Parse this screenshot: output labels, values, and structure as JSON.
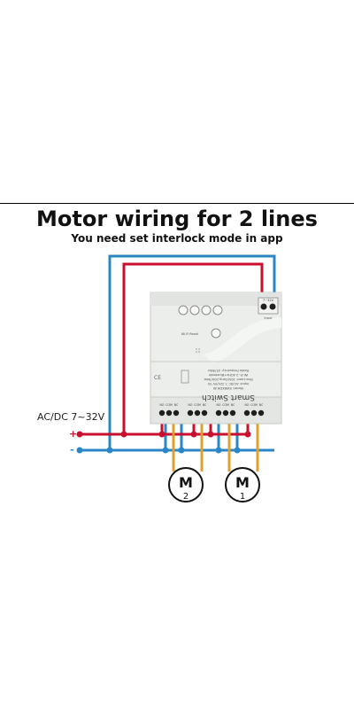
{
  "header": {
    "title": "Motor wiring for 2 lines",
    "subtitle": "You need set interlock mode in  app"
  },
  "power": {
    "label": "AC/DC 7~32V",
    "plus": "+",
    "minus": "-"
  },
  "device": {
    "name": "Smart Switch",
    "model_line": "Model: SWBKDH-BI",
    "input_line": "Input: AC/DC 7-32V/5V 5V",
    "load_line": "Max.Load: 10A/Gang,20A/Total",
    "wifi_line": "Wi-Fi: 2.4GHz+Bluetooth",
    "rf_line": "Radio Frequency: 433Mhz",
    "reset_label": "Wi-Fi Reset",
    "input_label": "Input",
    "input_terminal_label": "7~32V",
    "terminal_labels": [
      "NO",
      "COM",
      "NC",
      "NO",
      "COM",
      "NC",
      "NO",
      "COM",
      "NC",
      "NO",
      "COM",
      "NC"
    ]
  },
  "motors": [
    {
      "letter": "M",
      "number": "2"
    },
    {
      "letter": "M",
      "number": "1"
    }
  ],
  "colors": {
    "red_wire": "#c8102e",
    "blue_wire": "#2a86c7",
    "orange_wire": "#e0a030",
    "device_body": "#eceeeb"
  }
}
